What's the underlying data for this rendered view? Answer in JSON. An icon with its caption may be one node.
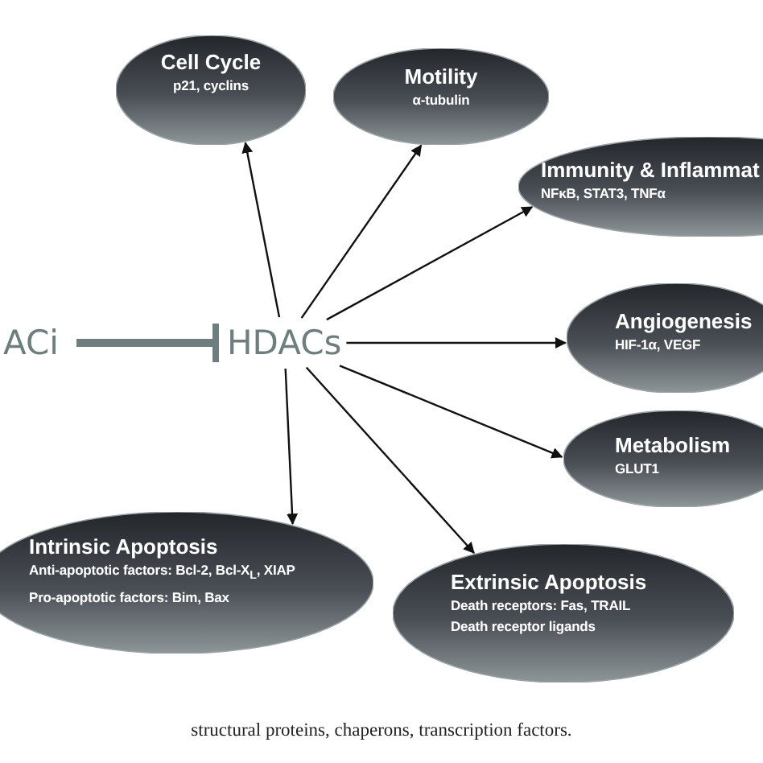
{
  "diagram": {
    "caption": "structural proteins, chaperons, transcription factors.",
    "nodes": [
      {
        "text": [
          "ACi"
        ]
      },
      {
        "text": [
          "HDACs"
        ]
      },
      {
        "text": [
          "Cell Cycle",
          "p21, cyclins"
        ]
      },
      {
        "text": [
          "Motility",
          "α-tubulin"
        ]
      },
      {
        "text": [
          "Immunity & Inflammat",
          "NFκB, STAT3, TNFα"
        ]
      },
      {
        "text": [
          "Angiogenesis",
          "HIF-1α, VEGF"
        ]
      },
      {
        "text": [
          "Metabolism",
          "GLUT1"
        ]
      },
      {
        "text": [
          "Intrinsic Apoptosis",
          "Anti-apoptotic factors: Bcl-2, Bcl-X$_{L}$, XIAP",
          "Pro-apoptotic factors: Bim, Bax"
        ]
      },
      {
        "text": [
          "Extrinsic Apoptosis",
          "Death receptors: Fas, TRAIL",
          "Death receptor ligands"
        ]
      }
    ],
    "edges": [
      {
        "from": 0,
        "to": 1,
        "arrow": "other",
        "style": "thick",
        "color": "#6e7e7f"
      },
      {
        "from": 1,
        "to": 2,
        "arrow": "to"
      },
      {
        "from": 1,
        "to": 3,
        "arrow": "to"
      },
      {
        "from": 1,
        "to": 4,
        "arrow": "to"
      },
      {
        "from": 1,
        "to": 5,
        "arrow": "to"
      },
      {
        "from": 1,
        "to": 6,
        "arrow": "to"
      },
      {
        "from": 1,
        "to": 7,
        "arrow": "to"
      },
      {
        "from": 1,
        "to": 8,
        "arrow": "to"
      }
    ]
  }
}
